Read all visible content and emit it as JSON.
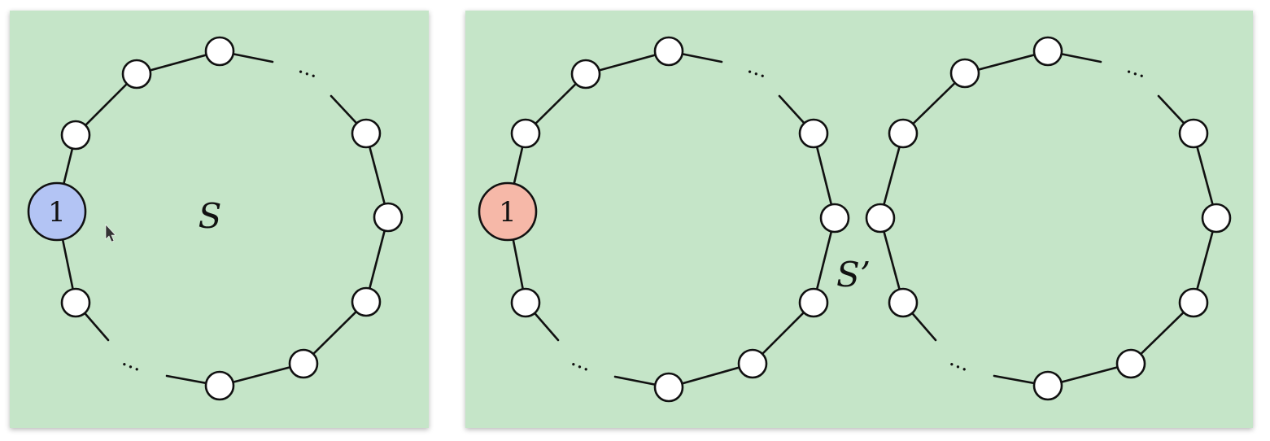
{
  "left_panel": {
    "highlight_node_label": "1",
    "highlight_color": "#b3c4f4",
    "set_label": "S",
    "ellipsis": "..."
  },
  "right_panel": {
    "highlight_node_label": "1",
    "highlight_color": "#f6b8a8",
    "set_label": "S’",
    "ellipsis": "..."
  },
  "colors": {
    "panel_background": "#c5e5c8",
    "node_fill": "#ffffff",
    "stroke": "#111111"
  }
}
